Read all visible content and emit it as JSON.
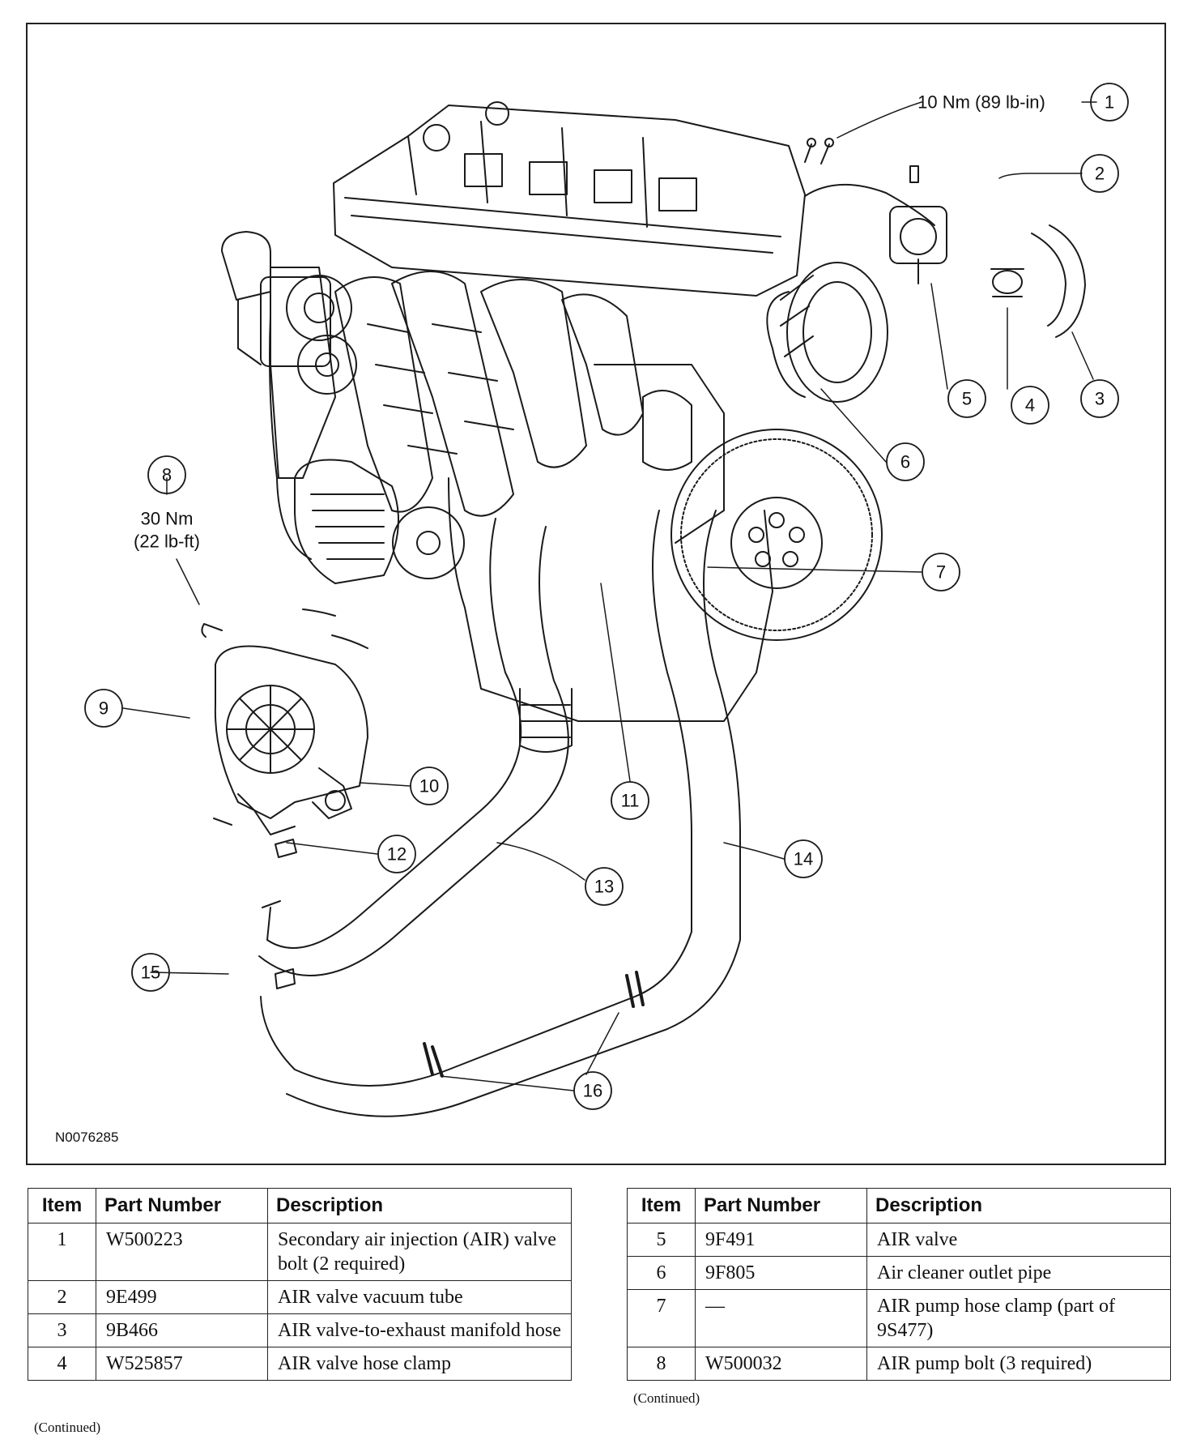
{
  "figure": {
    "id_label": "N0076285",
    "torque_1": "10 Nm (89 lb-in)",
    "torque_8_nm": "30 Nm",
    "torque_8_lbft": "(22 lb-ft)",
    "callouts": [
      "1",
      "2",
      "3",
      "4",
      "5",
      "6",
      "7",
      "8",
      "9",
      "10",
      "11",
      "12",
      "13",
      "14",
      "15",
      "16"
    ]
  },
  "tables": {
    "left": {
      "headers": {
        "item": "Item",
        "part": "Part Number",
        "desc": "Description"
      },
      "rows": [
        {
          "item": "1",
          "part": "W500223",
          "desc": "Secondary air injection (AIR) valve bolt (2 required)"
        },
        {
          "item": "2",
          "part": "9E499",
          "desc": "AIR valve vacuum tube"
        },
        {
          "item": "3",
          "part": "9B466",
          "desc": "AIR valve-to-exhaust manifold hose"
        },
        {
          "item": "4",
          "part": "W525857",
          "desc": "AIR valve hose clamp"
        }
      ],
      "continued": "(Continued)"
    },
    "right": {
      "headers": {
        "item": "Item",
        "part": "Part Number",
        "desc": "Description"
      },
      "rows": [
        {
          "item": "5",
          "part": "9F491",
          "desc": "AIR valve"
        },
        {
          "item": "6",
          "part": "9F805",
          "desc": "Air cleaner outlet pipe"
        },
        {
          "item": "7",
          "part": "—",
          "desc": "AIR pump hose clamp (part of 9S477)"
        },
        {
          "item": "8",
          "part": "W500032",
          "desc": "AIR pump bolt (3 required)"
        }
      ],
      "continued": "(Continued)"
    }
  }
}
